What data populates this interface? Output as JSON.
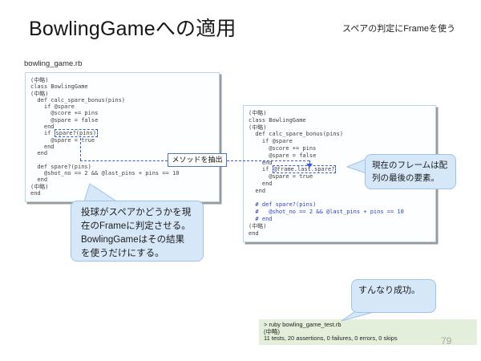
{
  "slide": {
    "title": "BowlingGameへの適用",
    "subtitle": "スペアの判定にFrameを使う",
    "page_number": "79"
  },
  "file_label": "bowling_game.rb",
  "left_code": {
    "lines_before": [
      "(中略)",
      "class BowlingGame",
      "(中略)",
      "  def calc_spare_bonus(pins)",
      "    if @spare",
      "      @score += pins",
      "      @spare = false",
      "    end"
    ],
    "highlight_prefix": "    if ",
    "highlight": "spare?(pins)",
    "lines_after": [
      "      @spare = true",
      "    end",
      "  end",
      "",
      "  def spare?(pins)",
      "    @shot_no == 2 && @last_pins + pins == 10",
      "  end",
      "(中略)",
      "end"
    ]
  },
  "right_code": {
    "lines_before": [
      "(中略)",
      "class BowlingGame",
      "(中略)",
      "  def calc_spare_bonus(pins)",
      "    if @spare",
      "      @score += pins",
      "      @spare = false",
      "    end"
    ],
    "highlight_prefix": "    if ",
    "highlight": "@frame.last.spare?",
    "lines_mid": [
      "      @spare = true",
      "    end",
      "  end",
      ""
    ],
    "comment_lines": [
      "  # def spare?(pins)",
      "  #   @shot_no == 2 && @last_pins + pins == 10",
      "  # end"
    ],
    "lines_end": [
      "(中略)",
      "end"
    ]
  },
  "callouts": {
    "extract_method": "メソッドを抽出",
    "left_bubble": "投球がスペアかどうかを現在のFrameに判定させる。BowlingGameはその結果を使うだけにする。",
    "right_bubble": "現在のフレームは配列の最後の要素。",
    "success_bubble": "すんなり成功。"
  },
  "terminal": {
    "lines": [
      "> ruby bowling_game_test.rb",
      "(中略)",
      "11 tests, 20 assertions, 0 failures, 0 errors, 0 skips"
    ]
  },
  "colors": {
    "bubble_fill": "#d6e7f8",
    "bubble_border": "#9dc3e6",
    "code_box_border": "#b9d5ec",
    "dashed_accent": "#3b5bd6",
    "comment_blue": "#3140c0",
    "terminal_bg": "#e3efdb",
    "page_number_gray": "#a8a8a8"
  }
}
